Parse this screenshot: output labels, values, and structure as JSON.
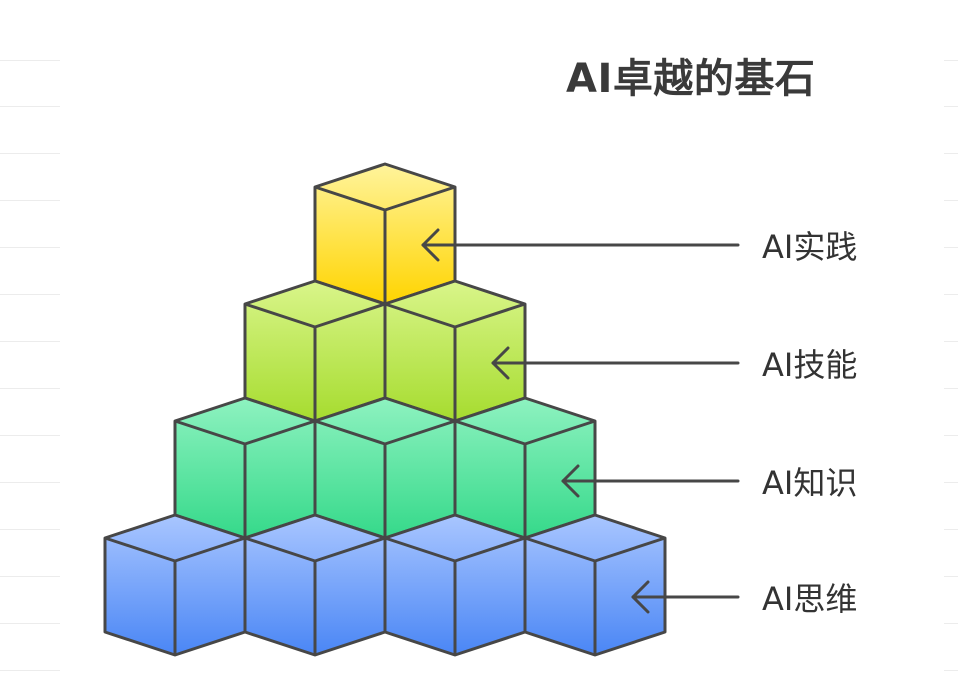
{
  "title": "AI卓越的基石",
  "layers": [
    {
      "label": "AI实践",
      "cubes": 1,
      "color_top": "#fff49c",
      "color_bottom": "#ffd400"
    },
    {
      "label": "AI技能",
      "cubes": 2,
      "color_top": "#d9f58a",
      "color_bottom": "#a6dc2f"
    },
    {
      "label": "AI知识",
      "cubes": 3,
      "color_top": "#8ef2c0",
      "color_bottom": "#35d98a"
    },
    {
      "label": "AI思维",
      "cubes": 4,
      "color_top": "#a9c6ff",
      "color_bottom": "#4a86f5"
    }
  ],
  "colors": {
    "outline": "#474747",
    "arrow": "#474747",
    "title": "#3a3a3a",
    "label": "#333333"
  }
}
